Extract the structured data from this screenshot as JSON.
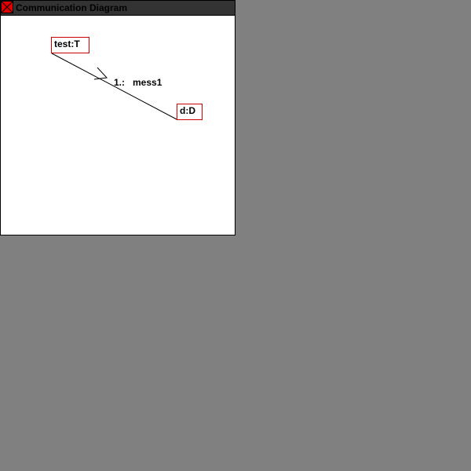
{
  "window": {
    "title": "Communication Diagram"
  },
  "diagram": {
    "objects": [
      {
        "label": "test:T"
      },
      {
        "label": "d:D"
      }
    ],
    "message": {
      "sequence": "1.:",
      "name": "mess1"
    }
  }
}
